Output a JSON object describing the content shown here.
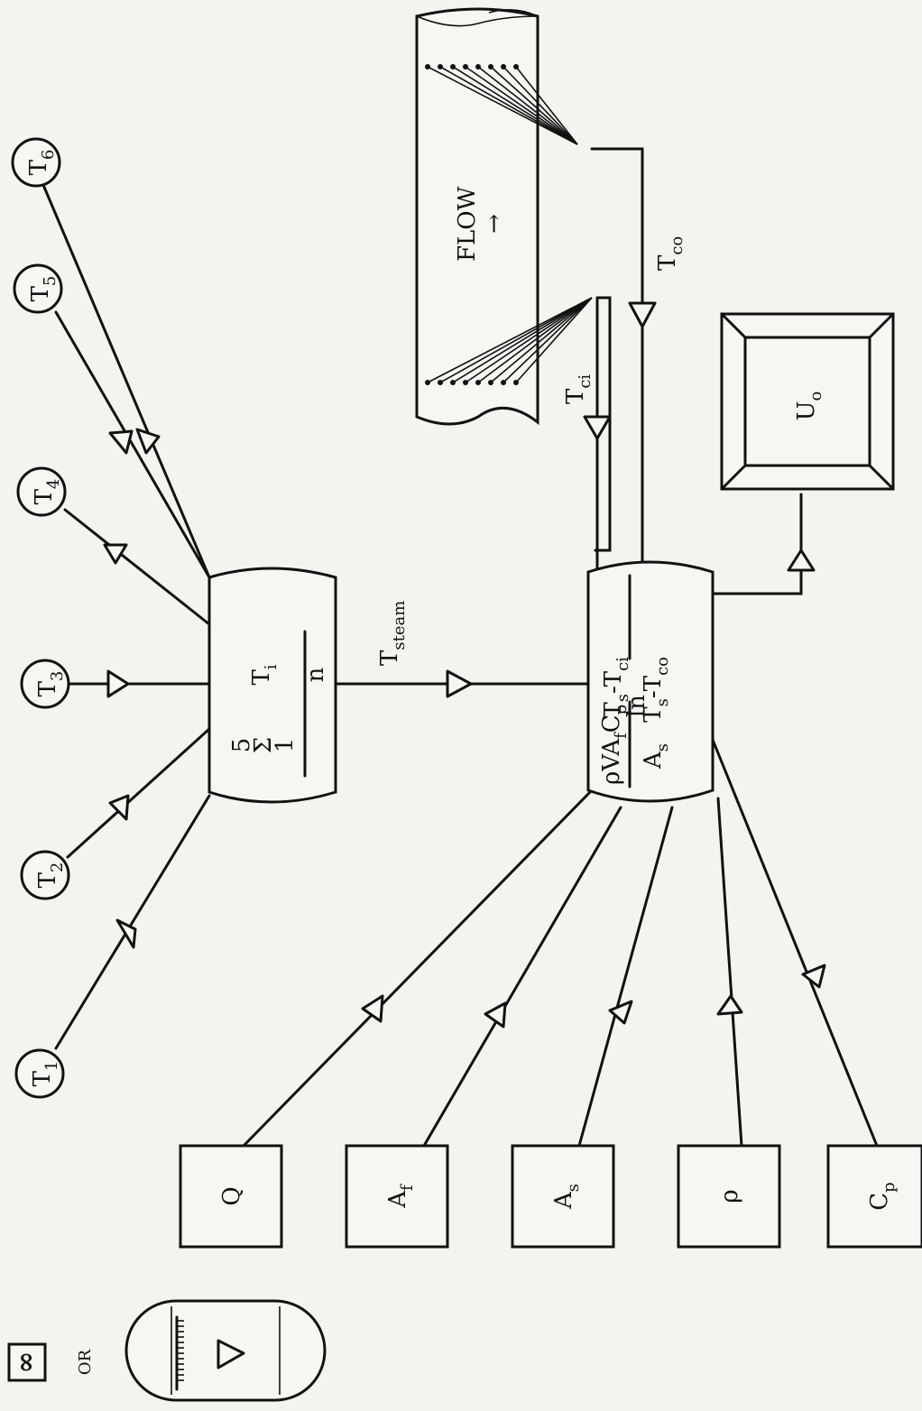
{
  "thermocouples": [
    {
      "id": "t1",
      "base": "T",
      "sub": "1"
    },
    {
      "id": "t2",
      "base": "T",
      "sub": "2"
    },
    {
      "id": "t3",
      "base": "T",
      "sub": "3"
    },
    {
      "id": "t4",
      "base": "T",
      "sub": "4"
    },
    {
      "id": "t5",
      "base": "T",
      "sub": "5"
    },
    {
      "id": "t6",
      "base": "T",
      "sub": "6"
    }
  ],
  "averager": {
    "sum_top": "5",
    "sum_symbol": "Σ",
    "sum_bottom": "1",
    "numerator_base": "T",
    "numerator_sub": "i",
    "denominator": "n"
  },
  "steam_link": {
    "base": "T",
    "sub": "steam"
  },
  "calculator": {
    "factor_num": "ρVA",
    "factor_num_sub_f": "f",
    "factor_num_c": "C",
    "factor_num_sub_p": "p",
    "factor_den_base": "A",
    "factor_den_sub": "s",
    "log": "ln",
    "ratio_num_base1": "T",
    "ratio_num_sub1": "s",
    "ratio_num_minus": "-T",
    "ratio_num_sub2": "ci",
    "ratio_den_base1": "T",
    "ratio_den_sub1": "s",
    "ratio_den_minus": "-T",
    "ratio_den_sub2": "co"
  },
  "pipe": {
    "flow_label": "FLOW",
    "flow_arrow": "→"
  },
  "coolant_inlet": {
    "base": "T",
    "sub": "ci"
  },
  "coolant_outlet": {
    "base": "T",
    "sub": "co"
  },
  "output": {
    "base": "U",
    "sub": "o"
  },
  "inputs": [
    {
      "id": "q",
      "base": "Q",
      "sub": ""
    },
    {
      "id": "af",
      "base": "A",
      "sub": "f"
    },
    {
      "id": "as",
      "base": "A",
      "sub": "s"
    },
    {
      "id": "rho",
      "base": "ρ",
      "sub": ""
    },
    {
      "id": "cp",
      "base": "C",
      "sub": "p"
    }
  ],
  "legend": {
    "symbol": "∞",
    "or": "OR"
  }
}
